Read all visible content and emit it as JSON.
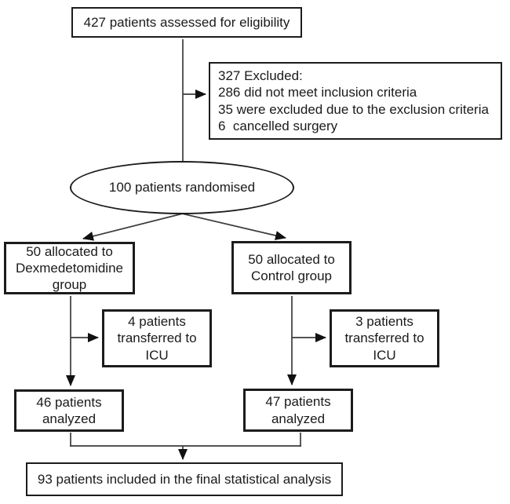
{
  "figure": {
    "type": "flowchart",
    "nodes": {
      "eligibility": "427 patients assessed for eligibility",
      "excluded": "327 Excluded:\n286 did not meet inclusion criteria\n35 were excluded due to the exclusion criteria\n6  cancelled surgery",
      "randomised": "100 patients randomised",
      "dex_group": "50 allocated to\nDexmedetomidine\ngroup",
      "control_group": "50 allocated to\nControl group",
      "icu_dex": "4 patients\ntransferred to\nICU",
      "icu_control": "3 patients\ntransferred to\nICU",
      "analyzed_dex": "46 patients\nanalyzed",
      "analyzed_control": "47 patients\nanalyzed",
      "final": "93 patients included in the final statistical analysis"
    },
    "edges": [
      {
        "from": "eligibility",
        "to": "randomised",
        "arrow": false
      },
      {
        "from": "eligibility",
        "to": "excluded",
        "arrow": true
      },
      {
        "from": "randomised",
        "to": "dex_group",
        "arrow": true
      },
      {
        "from": "randomised",
        "to": "control_group",
        "arrow": true
      },
      {
        "from": "dex_group",
        "to": "icu_dex",
        "arrow": true
      },
      {
        "from": "dex_group",
        "to": "analyzed_dex",
        "arrow": true
      },
      {
        "from": "control_group",
        "to": "icu_control",
        "arrow": true
      },
      {
        "from": "control_group",
        "to": "analyzed_control",
        "arrow": true
      },
      {
        "from": "analyzed_dex",
        "to": "final",
        "arrow": true
      },
      {
        "from": "analyzed_control",
        "to": "final",
        "arrow": true
      }
    ],
    "colors": {
      "border": "#1c1c1c",
      "connector": "#3c3c3c",
      "arrow": "#111111",
      "background": "#ffffff",
      "text": "#1a1a1a"
    }
  }
}
